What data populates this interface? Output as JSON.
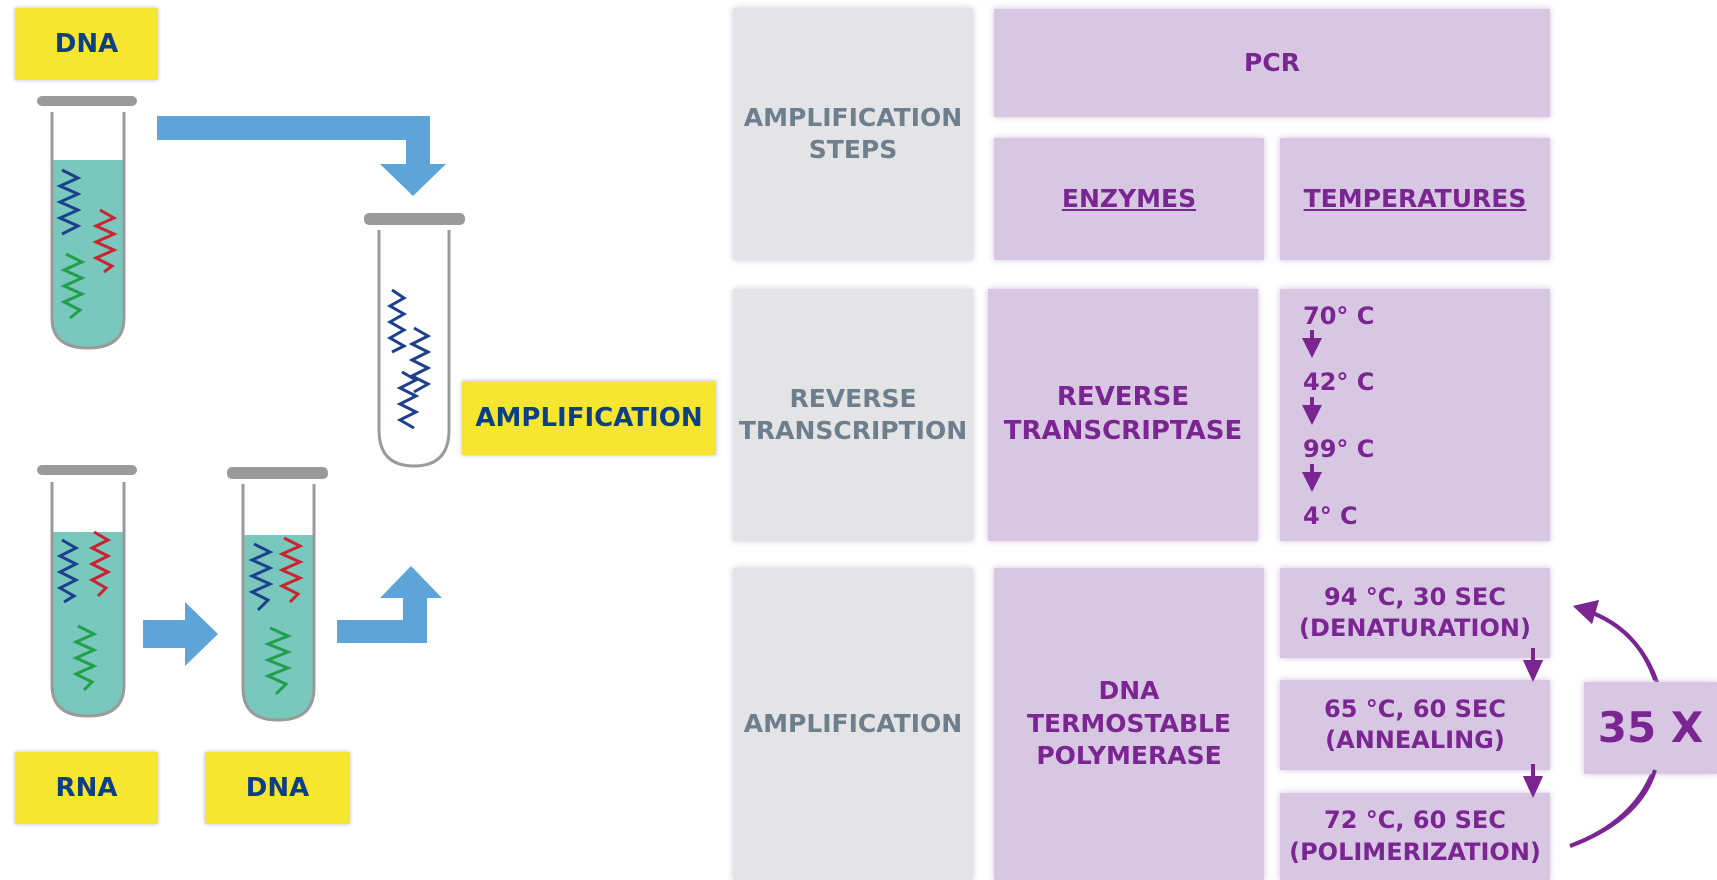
{
  "labels": {
    "dna_top": "DNA",
    "rna": "RNA",
    "dna_bottom": "DNA",
    "amplification": "AMPLIFICATION"
  },
  "table": {
    "row_headers": {
      "steps_line1": "AMPLIFICATION",
      "steps_line2": "STEPS",
      "rt_line1": "REVERSE",
      "rt_line2": "TRANSCRIPTION",
      "amplification": "AMPLIFICATION"
    },
    "pcr": "PCR",
    "col_enzymes": "ENZYMES",
    "col_temperatures": "TEMPERATURES",
    "rt_enzyme_line1": "REVERSE",
    "rt_enzyme_line2": "TRANSCRIPTASE",
    "rt_temps": [
      "70° C",
      "42° C",
      "99° C",
      "4° C"
    ],
    "amp_enzyme_line1": "DNA",
    "amp_enzyme_line2": "TERMOSTABLE",
    "amp_enzyme_line3": "POLYMERASE",
    "amp_steps": [
      {
        "line1": "94 °C, 30 SEC",
        "line2": "(DENATURATION)"
      },
      {
        "line1": "65 °C, 60 SEC",
        "line2": "(ANNEALING)"
      },
      {
        "line1": "72 °C, 60 SEC",
        "line2": "(POLIMERIZATION)"
      }
    ],
    "cycles": "35 X"
  },
  "colors": {
    "label_yellow": "#f7e630",
    "label_text": "#0d3f86",
    "arrow_blue": "#5ea4d8",
    "liquid": "#78c8bd",
    "dna_strand": "#1d3f8c",
    "rna_strand": "#cc2330",
    "green_strand": "#21a04a",
    "purple": "#7a2591",
    "purple_bg": "#d8c7e3",
    "grey_bg": "#e4e4e6",
    "grey_text": "#6d7e8c"
  }
}
